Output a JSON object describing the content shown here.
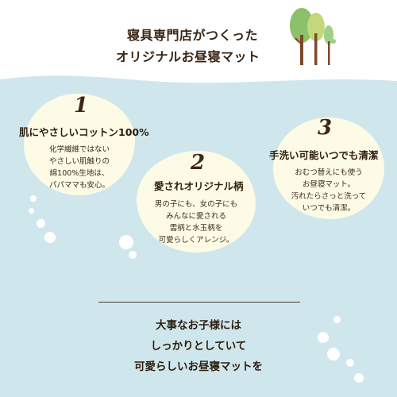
{
  "header": {
    "title_line_1": "寝具専門店がつくった",
    "title_line_2": "オリジナルお昼寝マット",
    "illustration_icon": "tree-cluster-icon"
  },
  "features": [
    {
      "number": "1",
      "heading": "肌にやさしいコットン100%",
      "lines": [
        "化学繊維ではない",
        "やさしい肌触りの",
        "綿100%生地は、",
        "パパママも安心。"
      ]
    },
    {
      "number": "2",
      "heading": "愛されオリジナル柄",
      "lines": [
        "男の子にも、女の子にも",
        "みんなに愛される",
        "雲柄と水玉柄を",
        "可愛らしくアレンジ。"
      ]
    },
    {
      "number": "3",
      "heading": "手洗い可能いつでも清潔",
      "lines": [
        "おむつ替えにも使う",
        "お昼寝マット。",
        "汚れたらさっと洗って",
        "いつでも清潔。"
      ]
    }
  ],
  "bottom": {
    "line_1": "大事なお子様には",
    "line_2": "しっかりとしていて",
    "line_3": "可愛らしいお昼寝マットを"
  },
  "colors": {
    "background_blue": "#cfe7ec",
    "blob_cream": "#fdfbe6",
    "text_brown": "#3b2616"
  }
}
